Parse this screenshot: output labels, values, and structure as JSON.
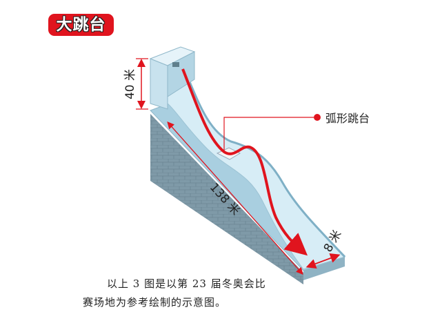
{
  "title": "大跳台",
  "labels": {
    "height": "40 米",
    "length": "138 米",
    "width": "8 米",
    "jump": "弧形跳台"
  },
  "caption": {
    "line1": "以上 3 图是以第 23 届冬奥会比",
    "line2": "赛场地为参考绘制的示意图。"
  },
  "colors": {
    "accent": "#e0141e",
    "ice": "#bfe0ef",
    "brick": "#7d9aa8"
  }
}
